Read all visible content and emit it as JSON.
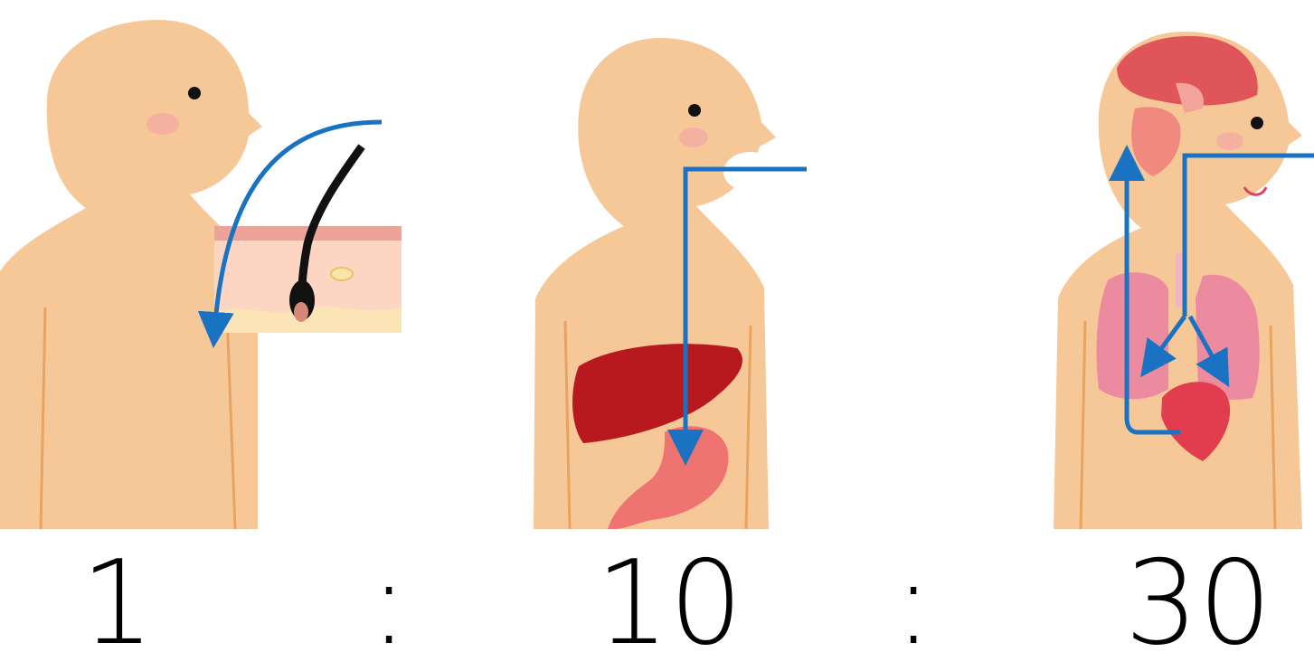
{
  "ratio": {
    "skin": "1",
    "sep1": ":",
    "oral": "10",
    "sep2": ":",
    "inhalation": "30"
  },
  "colors": {
    "skin_tone": "#f7c897",
    "skin_outline": "#e7a460",
    "arrow": "#1a73c2",
    "liver": "#b8191f",
    "stomach": "#ef7371",
    "lung": "#ec8aa0",
    "heart": "#e23d4f",
    "brain": "#e0555a",
    "cheek": "#f4a6a3"
  },
  "icons": [
    "hair-follicle-icon",
    "liver-icon",
    "stomach-icon",
    "brain-icon",
    "lungs-icon",
    "heart-icon"
  ]
}
